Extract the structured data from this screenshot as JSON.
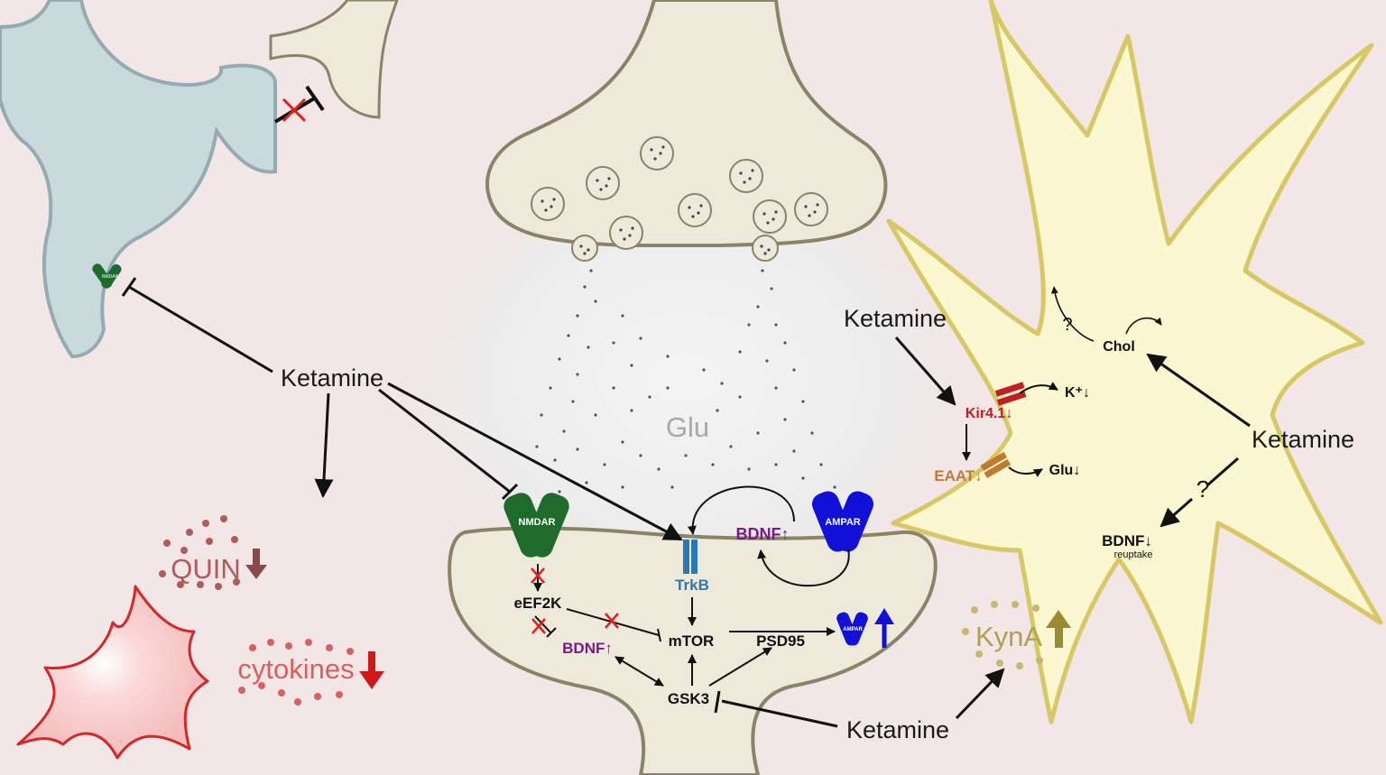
{
  "labels": {
    "ketamine": "Ketamine",
    "nmdar_small": "NMDAR",
    "nmdar_main": "NMDAR",
    "ampar_main": "AMPAR",
    "ampar_small": "AMPAR",
    "glu_cleft": "Glu",
    "trkb": "TrkB",
    "bdnf_up": "BDNF↑",
    "bdnf_up_cell": "BDNF↑",
    "eef2k": "eEF2K",
    "mtor": "mTOR",
    "psd95": "PSD95",
    "gsk3": "GSK3",
    "quin": "QUIN",
    "cytokines": "cytokines",
    "kyna": "KynA",
    "kir41": "Kir4.1↓",
    "eaat": "EAAT↓",
    "k_out": "K⁺↓",
    "glu_down": "Glu↓",
    "chol": "Chol",
    "question": "?",
    "bdnf_astro": "BDNF↓",
    "reuptake": "reuptake"
  },
  "colors": {
    "background": "#f2e6e6",
    "presynaptic_fill": "#eeeadb",
    "presynaptic_stroke": "#8a8366",
    "glial_fill": "#c9dadd",
    "glial_stroke": "#93abb1",
    "astrocyte_fill": "#fbf7d0",
    "astrocyte_stroke": "#d8c865",
    "microglia_stroke": "#d42828",
    "nmdar_green": "#1f6b2b",
    "ampar_blue": "#1010d8",
    "trkb_blue": "#2a78b4",
    "bdnf_purple": "#7a1a8a",
    "quin_color": "#b05a5a",
    "cytokine_color": "#d86060",
    "kyna_color": "#b0a050",
    "kir_red": "#c02020",
    "eaat_orange": "#c07a30",
    "inhibit_cross": "#e02020"
  }
}
